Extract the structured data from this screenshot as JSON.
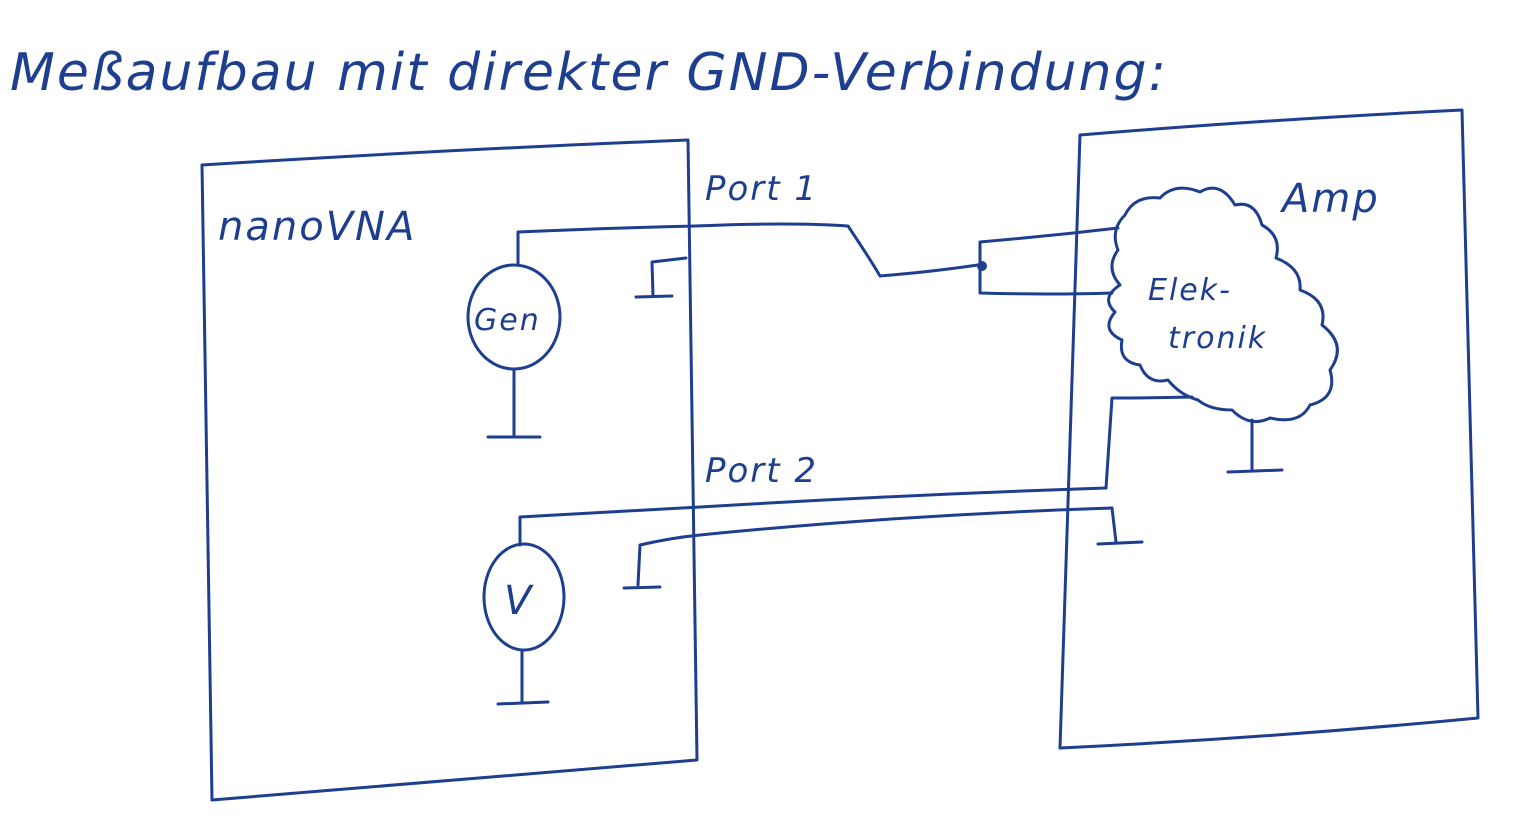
{
  "title": "Meßaufbau mit direkter GND-Verbindung:",
  "nanovna": {
    "label": "nanoVNA",
    "generator_label": "Gen",
    "voltmeter_label": "V"
  },
  "ports": {
    "port1_label": "Port 1",
    "port2_label": "Port 2"
  },
  "amp": {
    "label": "Amp",
    "electronics_line1": "Elek-",
    "electronics_line2": "tronik"
  },
  "ink_color": "#1e3f8f"
}
